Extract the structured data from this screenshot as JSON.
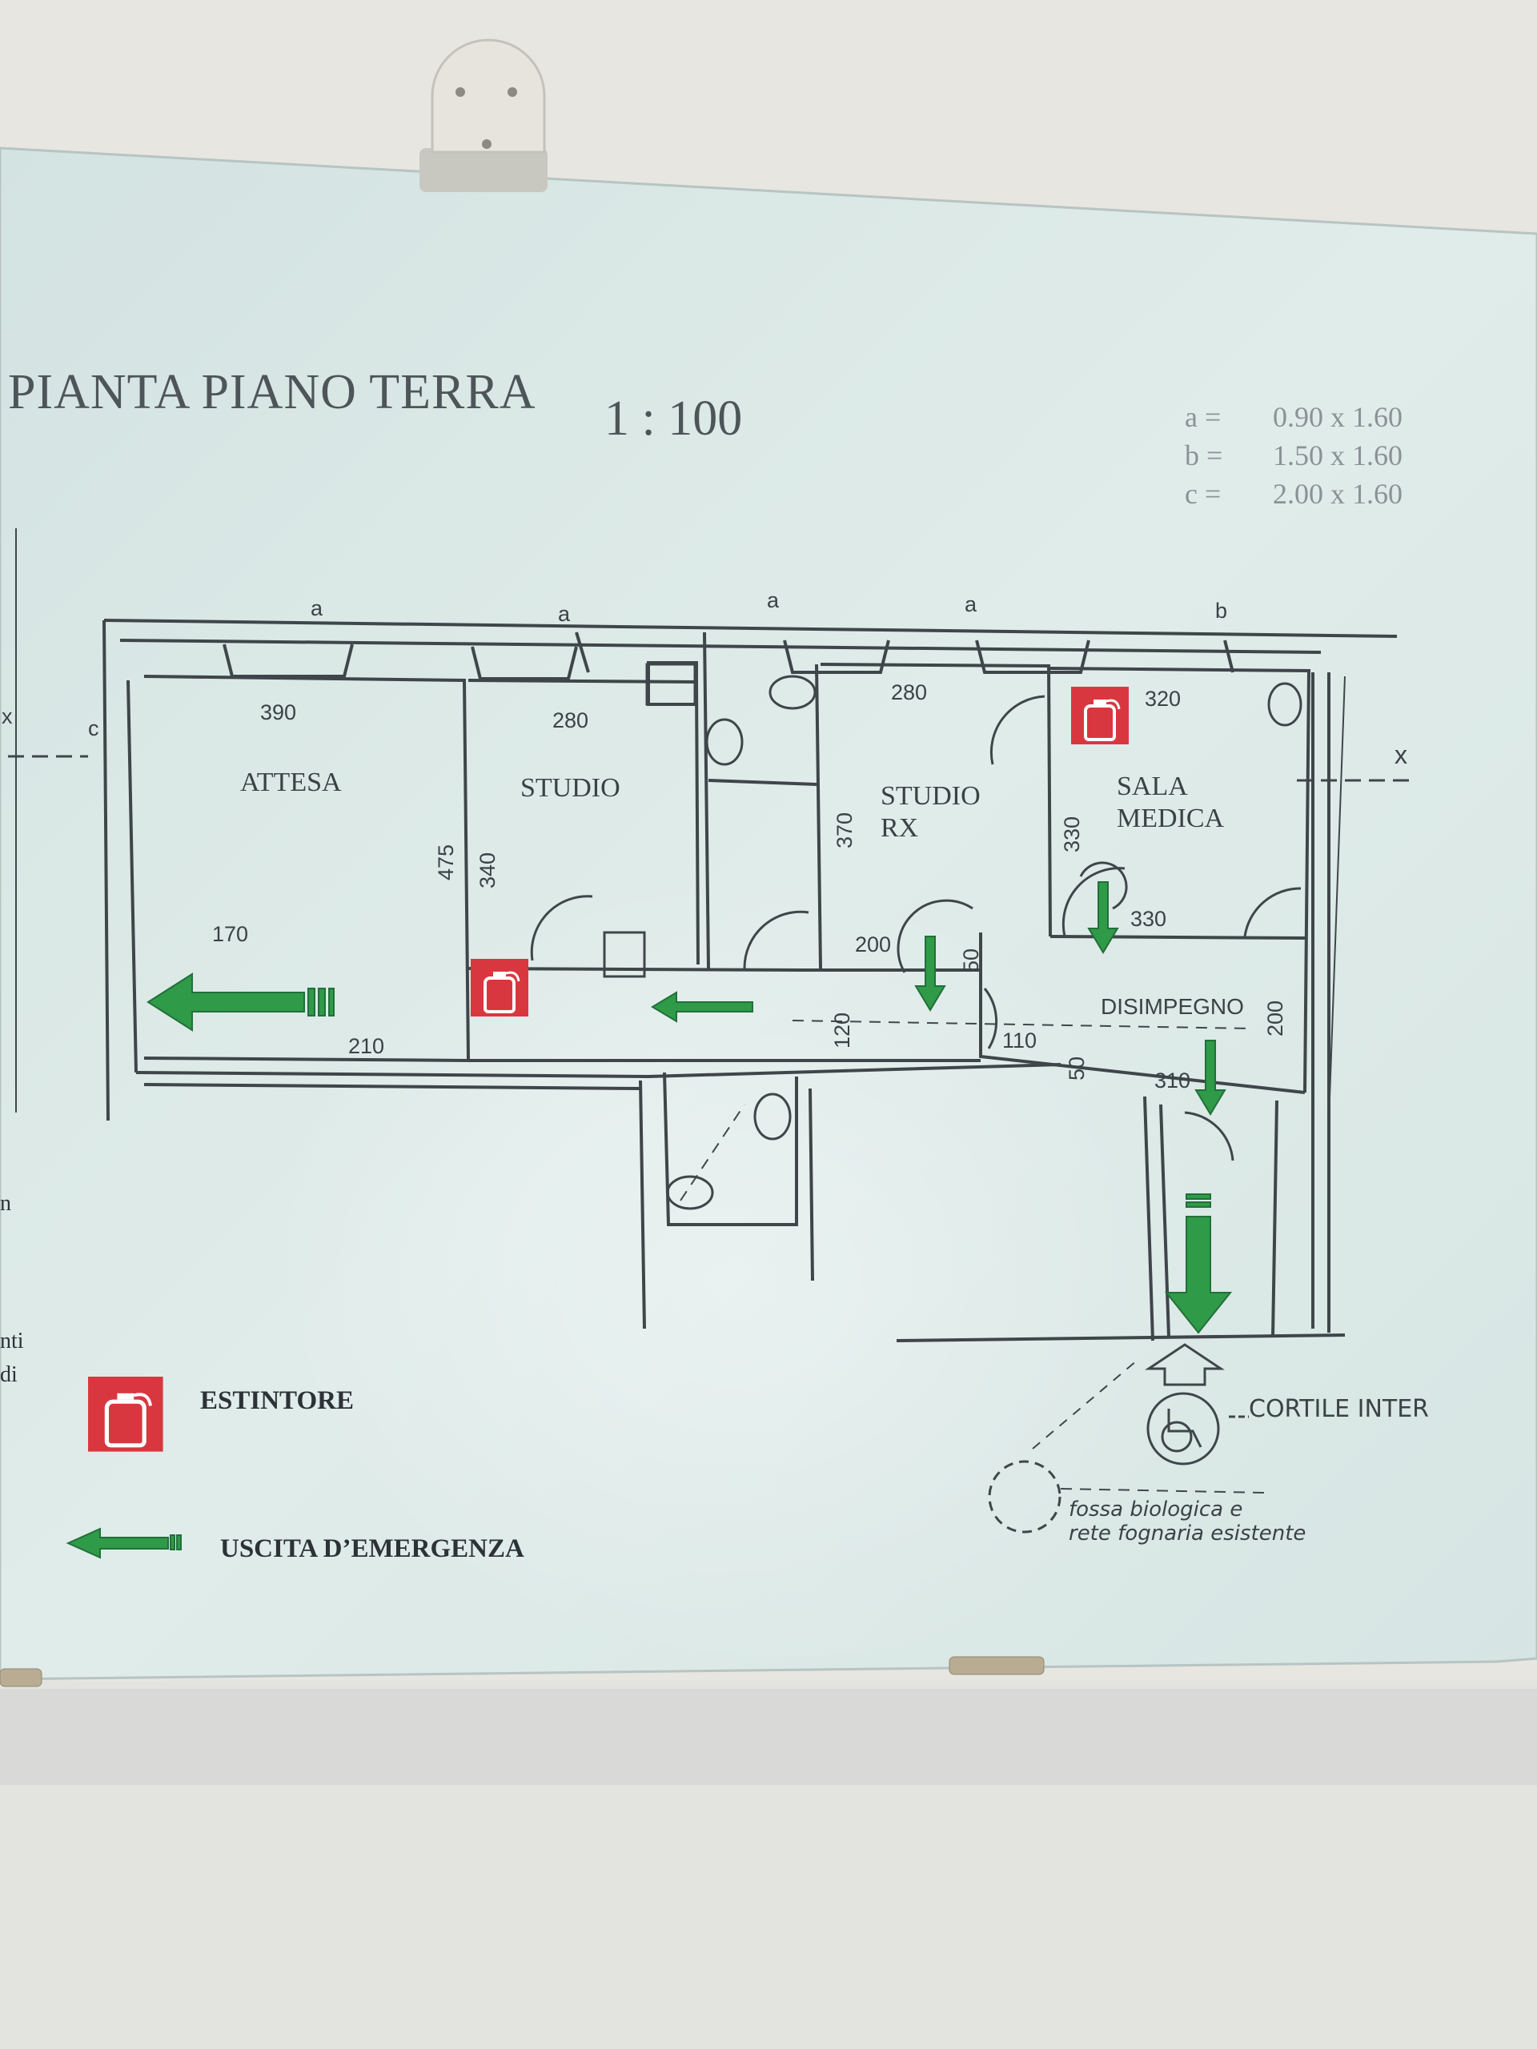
{
  "sign": {
    "title": "PIANTA PIANO TERRA",
    "scale": "1 : 100"
  },
  "window_key": [
    {
      "letter": "a =",
      "size": "0.90 x 1.60"
    },
    {
      "letter": "b =",
      "size": "1.50 x 1.60"
    },
    {
      "letter": "c =",
      "size": "2.00 x 1.60"
    }
  ],
  "window_marks": [
    "a",
    "a",
    "a",
    "a",
    "b",
    "c"
  ],
  "rooms": {
    "attesa": "ATTESA",
    "studio": "STUDIO",
    "studio_rx_1": "STUDIO",
    "studio_rx_2": "RX",
    "sala_medica_1": "SALA",
    "sala_medica_2": "MEDICA",
    "disimpegno": "DISIMPEGNO"
  },
  "dimensions": {
    "attesa_w": "390",
    "studio_w": "280",
    "rx_w": "280",
    "sala_w": "320",
    "d_475": "475",
    "d_340": "340",
    "d_370": "370",
    "d_330": "330",
    "d_170": "170",
    "d_210": "210",
    "d_200a": "200",
    "d_50a": "50",
    "d_120": "120",
    "d_330b": "330",
    "d_110": "110",
    "d_50b": "50",
    "d_310": "310",
    "d_200b": "200"
  },
  "annotations": {
    "cortile": "CORTILE INTER",
    "fossa_1": "fossa biologica e",
    "fossa_2": "rete fognaria esistente",
    "cut_left": "x",
    "cut_right": "x",
    "edge_1": "nti",
    "edge_2": "di",
    "edge_3": "n"
  },
  "legend": {
    "extinguisher": "ESTINTORE",
    "exit": "USCITA D’EMERGENZA"
  },
  "colors": {
    "wall": "#e9e8e3",
    "panel": "#d9e7e5",
    "extinguisher_red": "#d9373f",
    "exit_green": "#2f9a47",
    "line": "#3f464a"
  },
  "icons": [
    "fire-extinguisher-icon",
    "emergency-exit-arrow-icon",
    "wheelchair-icon",
    "toilet-icon",
    "wall-clip-icon"
  ]
}
